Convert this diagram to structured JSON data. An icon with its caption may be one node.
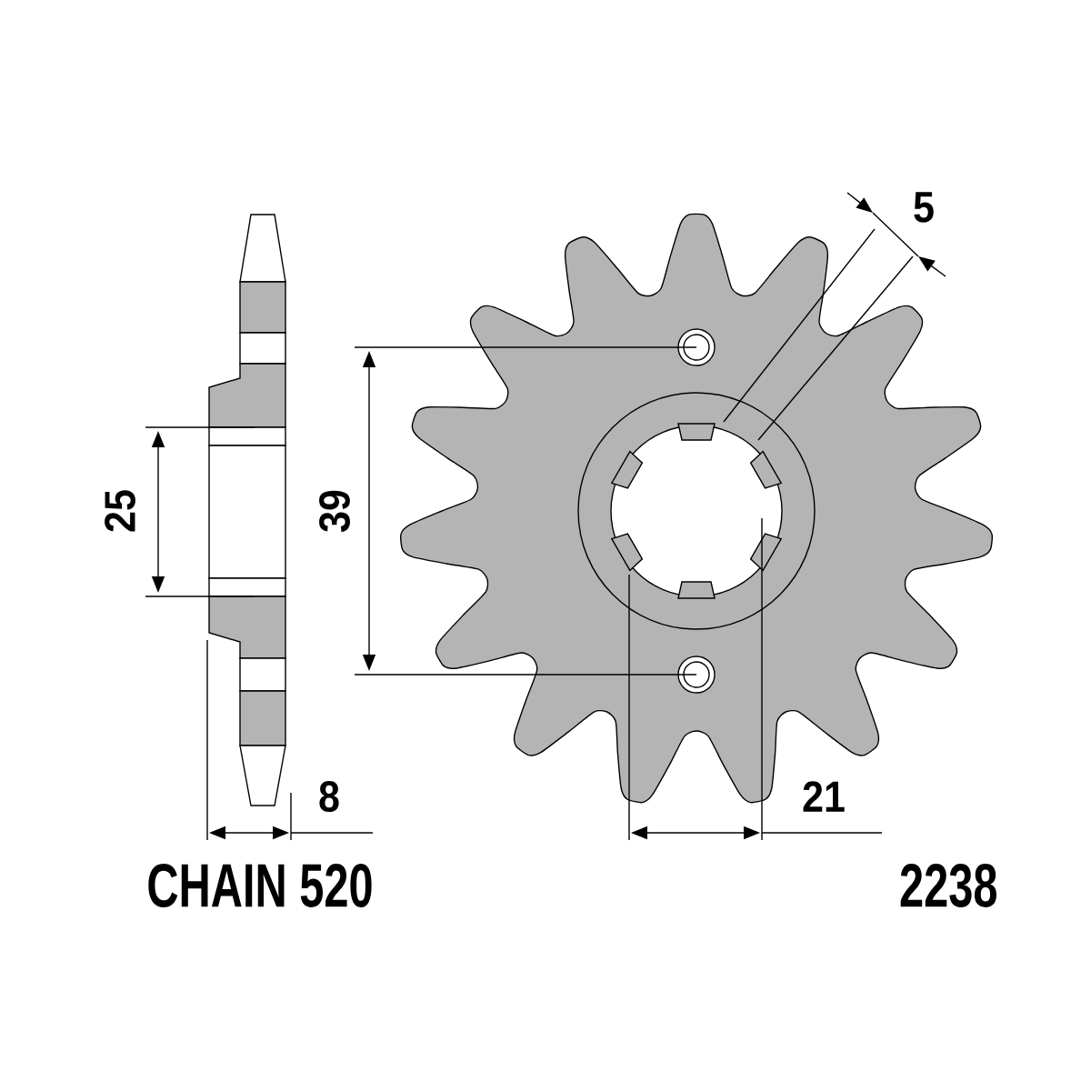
{
  "diagram": {
    "labels": [
      "5",
      "25",
      "39",
      "8",
      "21",
      "CHAIN 520",
      "2238"
    ]
  }
}
